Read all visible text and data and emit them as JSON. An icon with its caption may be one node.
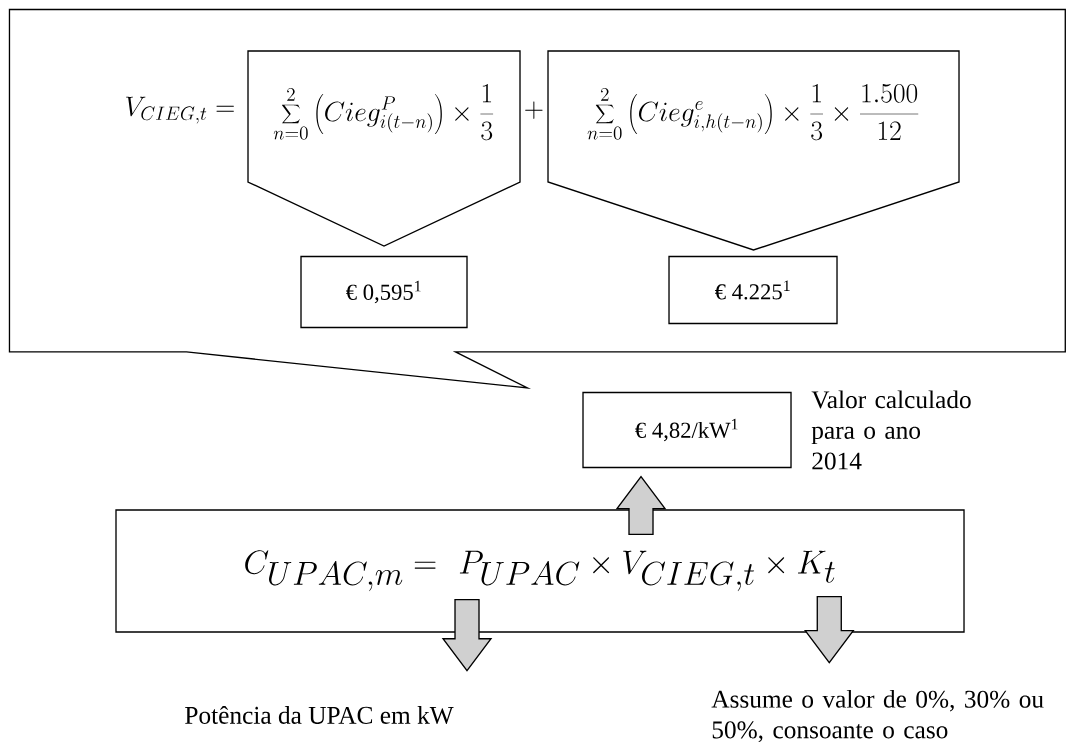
{
  "diagram": {
    "nodes": [
      {
        "text": [
          "V_{CIEG,t} =",
          "+"
        ]
      },
      {
        "text": [
          "\\sum_{n=0}^{2}\\left(Cieg_{i(t-n)}^{P}\\right)\\times\\frac{1}{3}"
        ],
        "in": 0
      },
      {
        "text": [
          "\\sum_{n=0}^{2}\\left(Cieg_{i,h(t-n)}^{e}\\right)\\times\\frac{1}{3}\\times\\frac{1.500}{12}"
        ],
        "in": 0
      },
      {
        "text": [
          "€ 0,595$^{1}$"
        ],
        "in": 0
      },
      {
        "text": [
          "€ 4.225$^{1}$"
        ],
        "in": 0
      },
      {
        "text": [
          "€ 4,82/kW$^{1}$"
        ],
        "beside": [
          "Valor calculado para o ano 2014"
        ]
      },
      {
        "text": [
          "C_{UPAC,m} =\\ P_{UPAC}\\times V_{CIEG,t}\\times K_{t}"
        ]
      },
      {
        "text": [
          "Potência da UPAC em kW"
        ]
      },
      {
        "text": [
          "Assume o valor de 0%, 30% ou 50%, consoante o caso"
        ]
      }
    ],
    "edges": [
      {
        "from": 6,
        "to": 5,
        "arrow": "to"
      },
      {
        "from": 6,
        "to": 7,
        "arrow": "to"
      },
      {
        "from": 6,
        "to": 8,
        "arrow": "to"
      }
    ]
  }
}
